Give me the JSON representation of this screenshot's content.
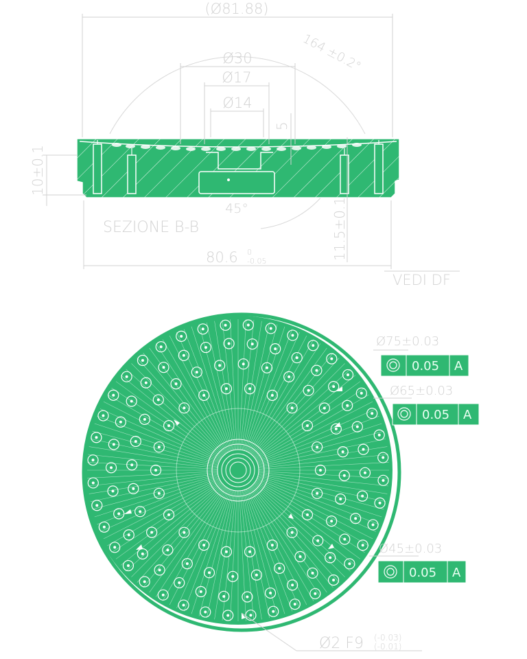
{
  "section_view": {
    "title": "SEZIONE B-B",
    "dims": {
      "outer_diameter": "(Ø81.88)",
      "sphere_radius": "164 ±0.2°",
      "d30": "Ø30",
      "d17": "Ø17",
      "d14": "Ø14",
      "depth_5": "5",
      "height": "10±0.1",
      "angle": "45°",
      "total_height": "11.5±0.1",
      "width_main": "80.6",
      "width_tol_upper": "0",
      "width_tol_lower": "-0.05"
    }
  },
  "view_label": "VEDI DF",
  "plan_view": {
    "tolerance_frames": [
      {
        "label": "Ø75±0.03",
        "symbol": "◎",
        "value": "0.05",
        "datum": "A"
      },
      {
        "label": "Ø65±0.03",
        "symbol": "◎",
        "value": "0.05",
        "datum": "A"
      },
      {
        "label": "Ø45±0.03",
        "symbol": "◎",
        "value": "0.05",
        "datum": "A"
      }
    ],
    "hole_callout": {
      "text": "Ø2  F9",
      "tol_upper": "(-0.03)",
      "tol_lower": "(-0.01)"
    }
  },
  "colors": {
    "fill": "#2fb872",
    "line": "#ffffff",
    "dim": "#d2d2d2",
    "frame_fill": "#2fb872"
  }
}
